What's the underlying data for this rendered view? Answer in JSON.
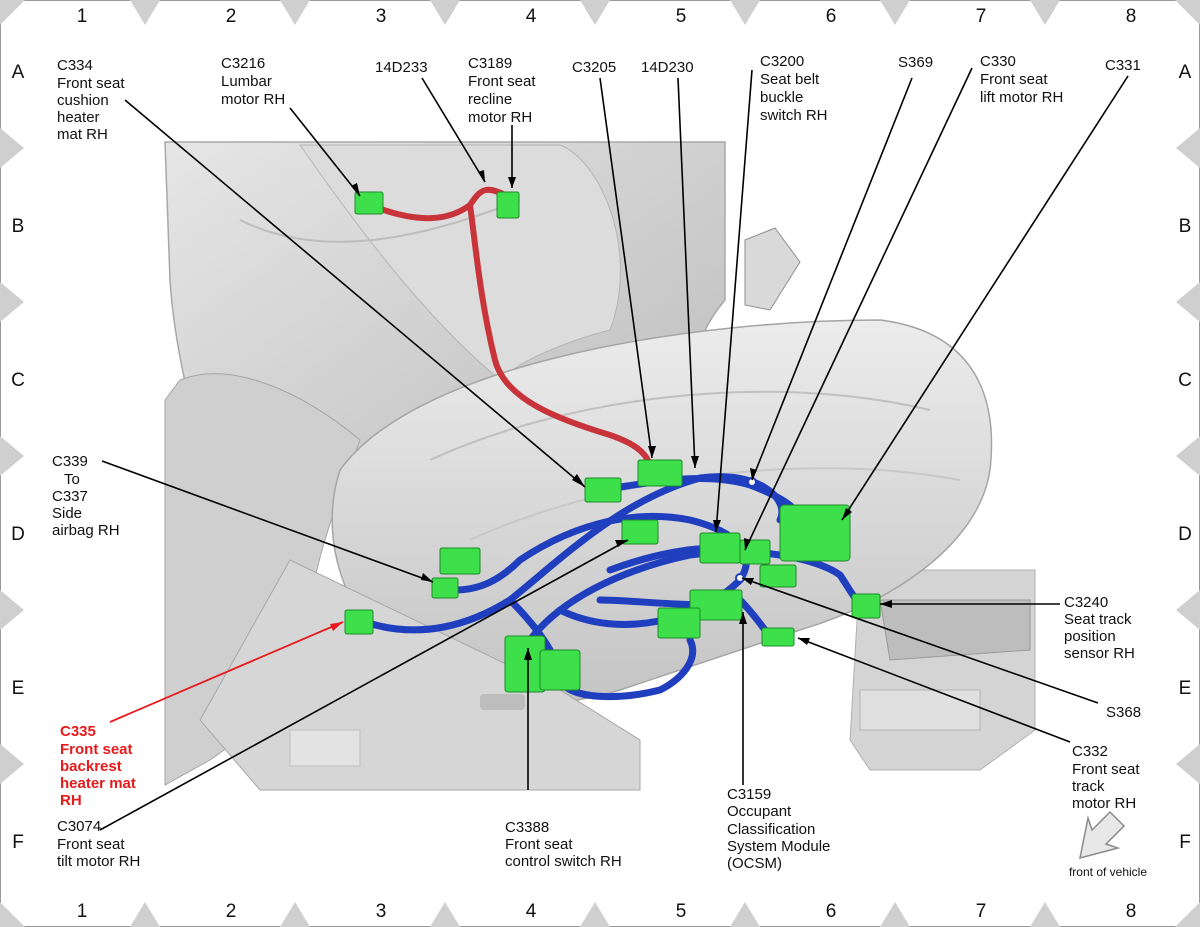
{
  "grid": {
    "columns": [
      "1",
      "2",
      "3",
      "4",
      "5",
      "6",
      "7",
      "8"
    ],
    "rows": [
      "A",
      "B",
      "C",
      "D",
      "E",
      "F"
    ]
  },
  "colors": {
    "harness_blue": "#1f3fbf",
    "harness_red": "#c8343a",
    "connector_green": "#3de04a",
    "highlight_label": "#e8191b",
    "seat_gray": "#d9d9d9"
  },
  "labels": {
    "c334": [
      "C334",
      "Front seat",
      "cushion",
      "heater",
      "mat RH"
    ],
    "c3216": [
      "C3216",
      "Lumbar",
      "motor RH"
    ],
    "d14d233": [
      "14D233"
    ],
    "c3189": [
      "C3189",
      "Front seat",
      "recline",
      "motor RH"
    ],
    "c3205": [
      "C3205"
    ],
    "d14d230": [
      "14D230"
    ],
    "c3200": [
      "C3200",
      "Seat belt",
      "buckle",
      "switch RH"
    ],
    "s369": [
      "S369"
    ],
    "c330": [
      "C330",
      "Front seat",
      "lift motor RH"
    ],
    "c331": [
      "C331"
    ],
    "c339": [
      "C339",
      "To",
      "C337",
      "Side",
      "airbag RH"
    ],
    "c335": [
      "C335",
      "Front seat",
      "backrest",
      "heater mat",
      "RH"
    ],
    "c3074": [
      "C3074",
      "Front seat",
      "tilt motor RH"
    ],
    "c3388": [
      "C3388",
      "Front seat",
      "control switch RH"
    ],
    "c3159": [
      "C3159",
      "Occupant",
      "Classification",
      "System Module",
      "(OCSM)"
    ],
    "c332": [
      "C332",
      "Front seat",
      "track",
      "motor RH"
    ],
    "s368": [
      "S368"
    ],
    "c3240": [
      "C3240",
      "Seat track",
      "position",
      "sensor RH"
    ]
  },
  "front_of_vehicle": "front of vehicle"
}
